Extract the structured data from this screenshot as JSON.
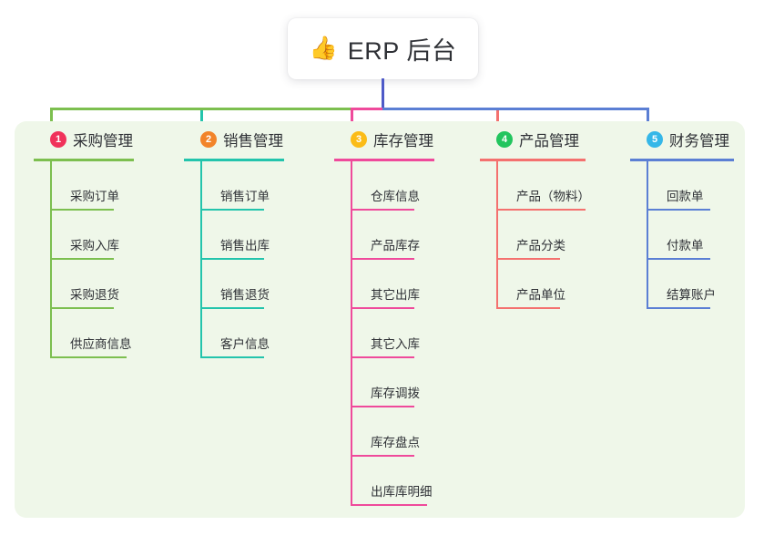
{
  "root": {
    "icon": "thumbs-up-icon",
    "emoji": "👍",
    "title": "ERP 后台"
  },
  "theme": {
    "page_background": "#ffffff",
    "panel_background": "#eff7e9",
    "card_background": "#ffffff",
    "text_color": "#2f3136",
    "root_stem_color": "#4e5ac8"
  },
  "columns": [
    {
      "number": "1",
      "title": "采购管理",
      "badge_color": "#f0325a",
      "line_color": "#7cbf4f",
      "items": [
        {
          "label": "采购订单"
        },
        {
          "label": "采购入库"
        },
        {
          "label": "采购退货"
        },
        {
          "label": "供应商信息"
        }
      ]
    },
    {
      "number": "2",
      "title": "销售管理",
      "badge_color": "#f2842a",
      "line_color": "#23c4ac",
      "items": [
        {
          "label": "销售订单"
        },
        {
          "label": "销售出库"
        },
        {
          "label": "销售退货"
        },
        {
          "label": "客户信息"
        }
      ]
    },
    {
      "number": "3",
      "title": "库存管理",
      "badge_color": "#fbbc17",
      "line_color": "#ef4a9b",
      "items": [
        {
          "label": "仓库信息"
        },
        {
          "label": "产品库存"
        },
        {
          "label": "其它出库"
        },
        {
          "label": "其它入库"
        },
        {
          "label": "库存调拨"
        },
        {
          "label": "库存盘点"
        },
        {
          "label": "出库库明细"
        }
      ]
    },
    {
      "number": "4",
      "title": "产品管理",
      "badge_color": "#22c55e",
      "line_color": "#f4716f",
      "items": [
        {
          "label": "产品（物料）"
        },
        {
          "label": "产品分类"
        },
        {
          "label": "产品单位"
        }
      ]
    },
    {
      "number": "5",
      "title": "财务管理",
      "badge_color": "#35b7e8",
      "line_color": "#5b7fd4",
      "items": [
        {
          "label": "回款单"
        },
        {
          "label": "付款单"
        },
        {
          "label": "结算账户"
        }
      ]
    }
  ]
}
